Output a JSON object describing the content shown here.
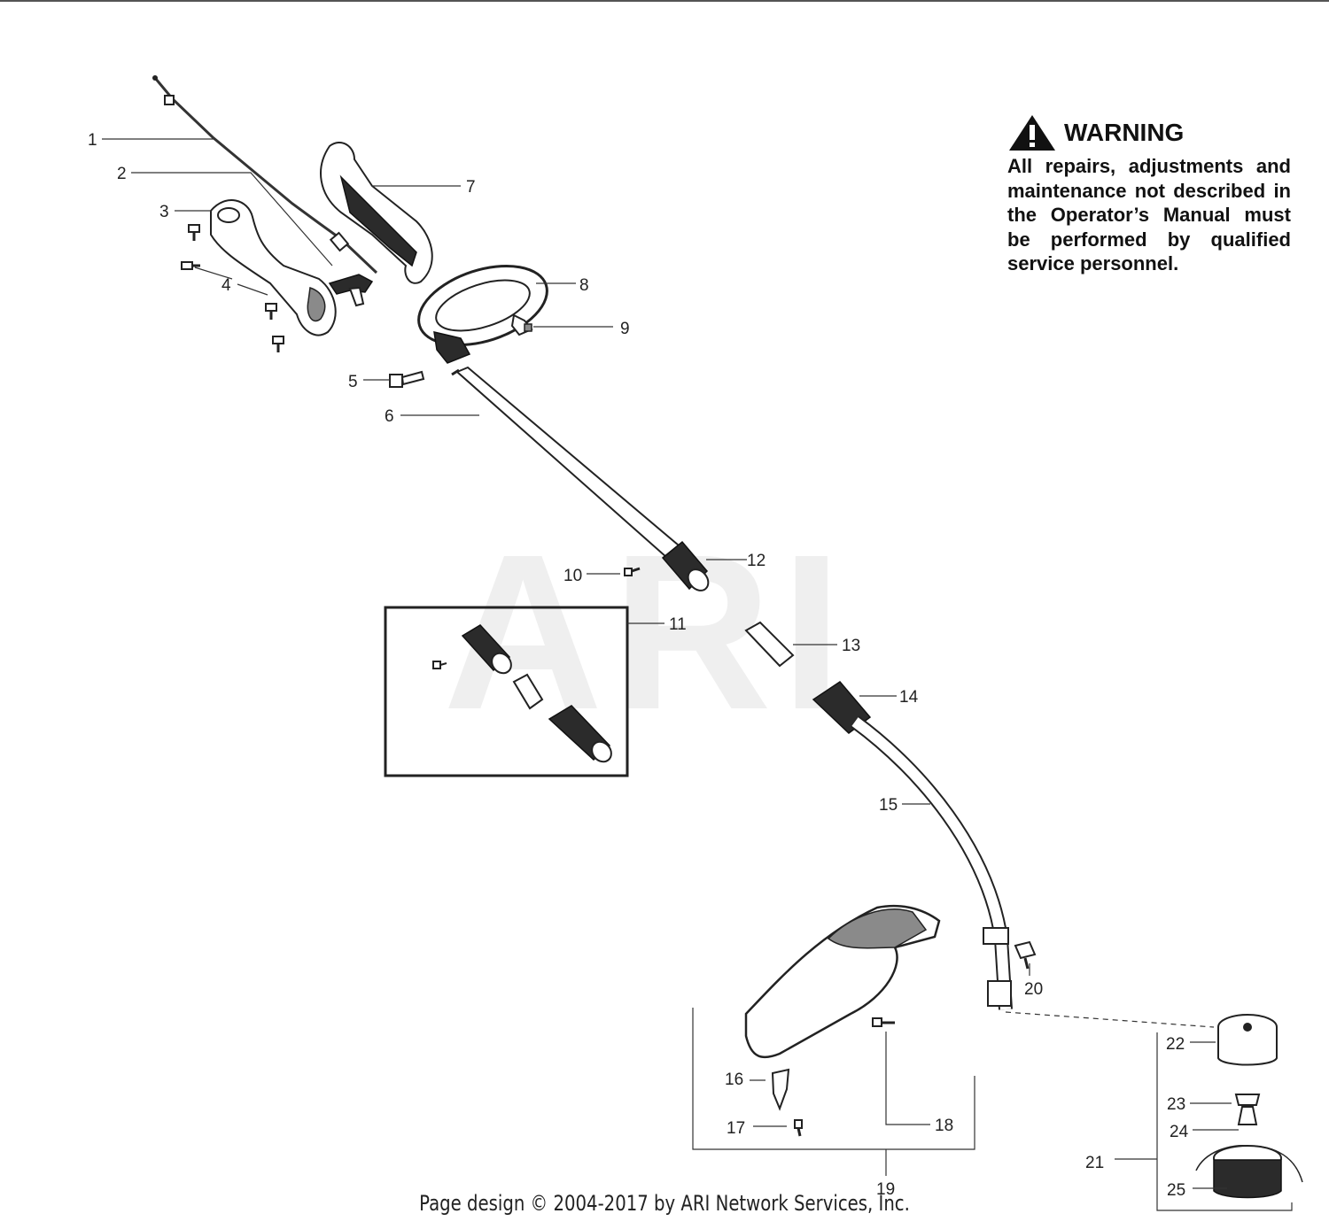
{
  "warning": {
    "icon": "warning-triangle-icon",
    "title": "WARNING",
    "text": "All repairs, adjustments and maintenance not described in the Operator’s Manual must be performed by qualified service personnel."
  },
  "watermark": "ARI",
  "footer": "Page design © 2004-2017 by ARI Network Services, Inc.",
  "callouts": [
    "1",
    "2",
    "3",
    "4",
    "5",
    "6",
    "7",
    "8",
    "9",
    "10",
    "11",
    "12",
    "13",
    "14",
    "15",
    "16",
    "17",
    "18",
    "19",
    "20",
    "21",
    "22",
    "23",
    "24",
    "25"
  ],
  "icons": {
    "throttle_cable": "cable-icon",
    "throttle_trigger": "trigger-icon",
    "handle_housing": "handle-housing-icon",
    "screw": "screw-icon",
    "bolt": "bolt-icon",
    "upper_shaft": "shaft-icon",
    "handle_cover": "handle-cover-icon",
    "assist_handle": "loop-handle-icon",
    "wing_knob": "wing-knob-icon",
    "coupler": "coupler-icon",
    "lower_shaft": "curved-shaft-icon",
    "guard": "guard-icon",
    "line_cutter": "blade-icon",
    "trimmer_head": "trimmer-head-icon"
  }
}
